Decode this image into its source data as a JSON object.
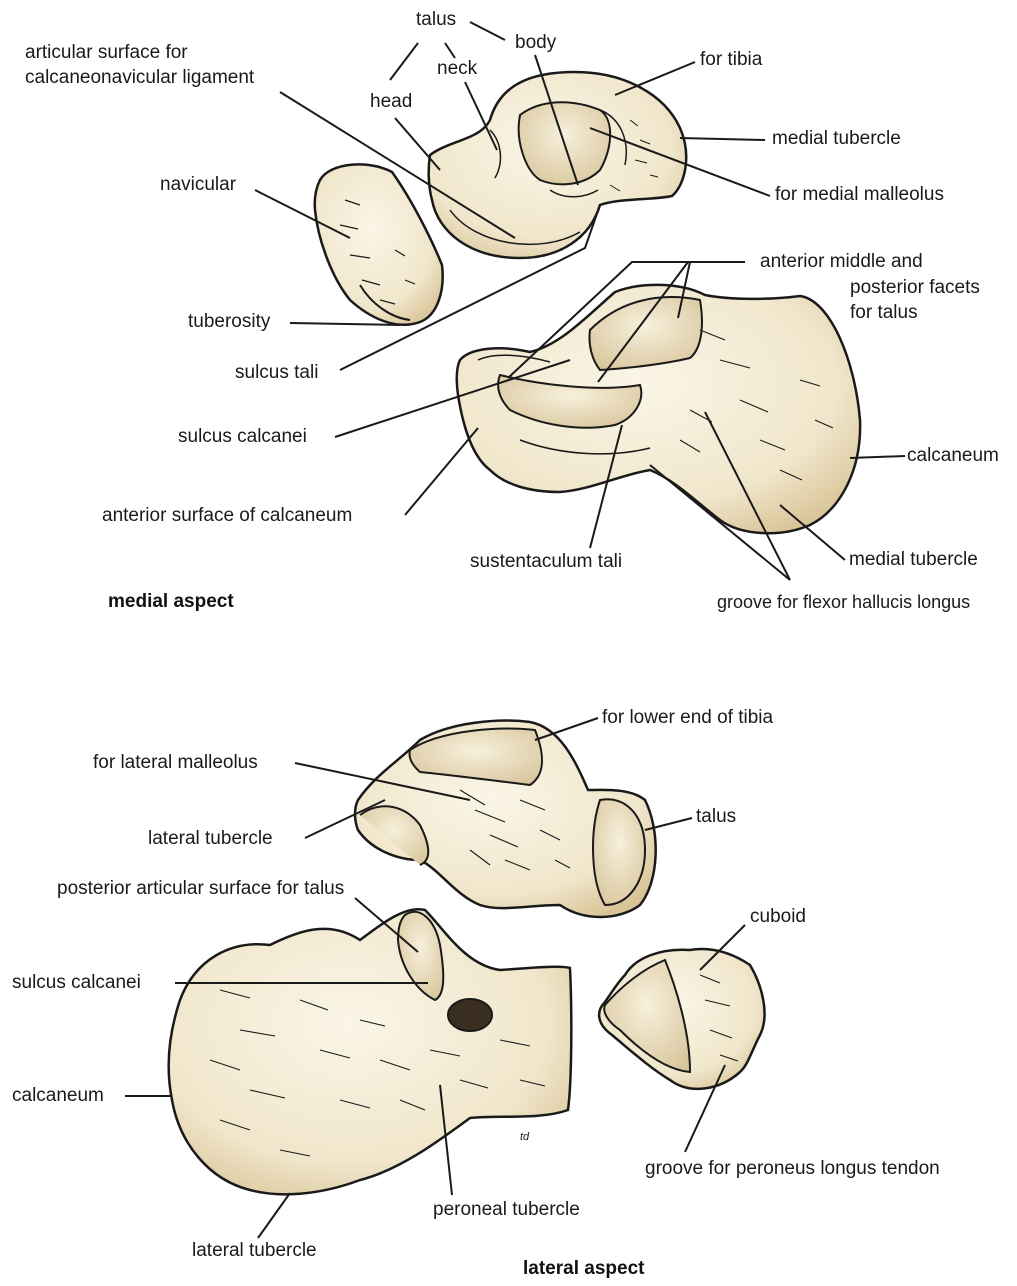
{
  "medial": {
    "caption": "medial aspect",
    "labels": {
      "talus": "talus",
      "body": "body",
      "neck": "neck",
      "head": "head",
      "articular_line1": "articular surface for",
      "articular_line2": "calcaneonavicular ligament",
      "for_tibia": "for tibia",
      "medial_tubercle_talus": "medial tubercle",
      "for_medial_malleolus": "for medial malleolus",
      "navicular": "navicular",
      "tuberosity": "tuberosity",
      "sulcus_tali": "sulcus tali",
      "facets_line1": "anterior middle and",
      "facets_line2": "posterior facets",
      "facets_line3": "for talus",
      "sulcus_calcanei": "sulcus calcanei",
      "calcaneum": "calcaneum",
      "anterior_surface": "anterior surface of calcaneum",
      "sustentaculum": "sustentaculum tali",
      "medial_tubercle_calc": "medial tubercle",
      "groove_fhl": "groove for flexor hallucis longus"
    }
  },
  "lateral": {
    "caption": "lateral aspect",
    "labels": {
      "lower_end_tibia": "for lower end of tibia",
      "lateral_malleolus": "for lateral malleolus",
      "lateral_tubercle_talus": "lateral tubercle",
      "talus": "talus",
      "posterior_articular": "posterior articular surface for talus",
      "cuboid": "cuboid",
      "sulcus_calcanei": "sulcus calcanei",
      "calcaneum": "calcaneum",
      "groove_peroneus": "groove for peroneus longus tendon",
      "peroneal_tubercle": "peroneal tubercle",
      "lateral_tubercle_calc": "lateral tubercle",
      "signature": "td"
    }
  },
  "colors": {
    "bone_fill": "#f2ead3",
    "bone_shade": "#dcc9a0",
    "facet_fill": "#ece1bf",
    "outline": "#1a1a1a",
    "leader": "#1a1a1a",
    "text": "#1a1a1a"
  }
}
